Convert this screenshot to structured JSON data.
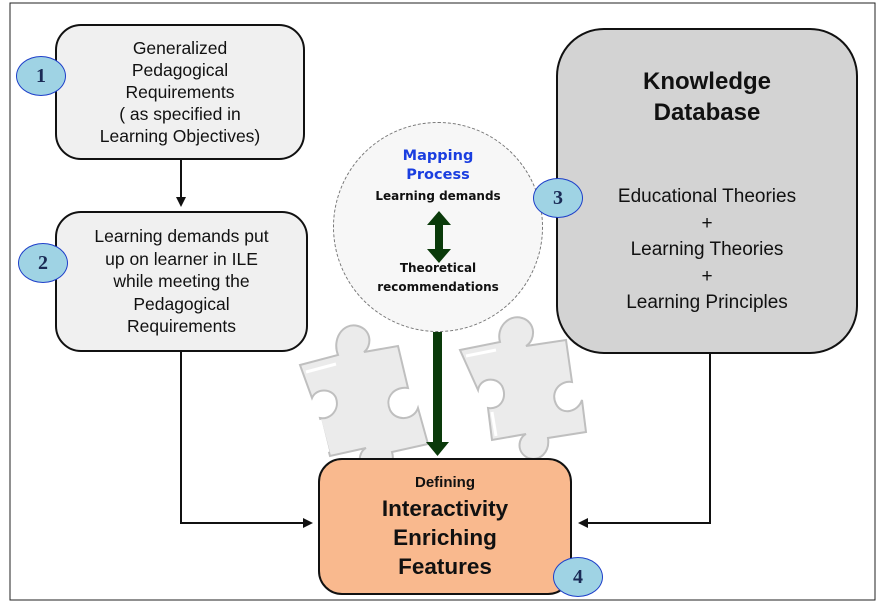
{
  "generalized_requirements": {
    "badge": "1",
    "lines": [
      "Generalized",
      "Pedagogical",
      "Requirements",
      "( as specified in",
      "Learning Objectives)"
    ]
  },
  "learning_demands": {
    "badge": "2",
    "lines": [
      "Learning demands put",
      "up on learner in ILE",
      "while meeting the",
      "Pedagogical",
      "Requirements"
    ]
  },
  "knowledge_database": {
    "badge": "3",
    "title_lines": [
      "Knowledge",
      "Database"
    ],
    "body_lines": [
      "Educational Theories",
      "+",
      "Learning Theories",
      "+",
      "Learning Principles"
    ]
  },
  "mapping_process": {
    "title_lines": [
      "Mapping",
      "Process"
    ],
    "top_text": "Learning demands",
    "bottom_lines": [
      "Theoretical",
      "recommendations"
    ]
  },
  "interactivity_features": {
    "badge": "4",
    "small_text": "Defining",
    "big_lines": [
      "Interactivity",
      "Enriching",
      "Features"
    ]
  },
  "colors": {
    "box_light": "#f0f0f0",
    "knowledge_box": "#d3d3d3",
    "output_box": "#f9b98e",
    "badge_fill": "#9fd3e4",
    "badge_border": "#1e3fc9",
    "mapping_title": "#1a3ee0",
    "mapping_arrows": "#0a3a0a"
  },
  "icons": [
    "puzzle-piece-left-icon",
    "puzzle-piece-right-icon",
    "double-arrow-icon"
  ]
}
